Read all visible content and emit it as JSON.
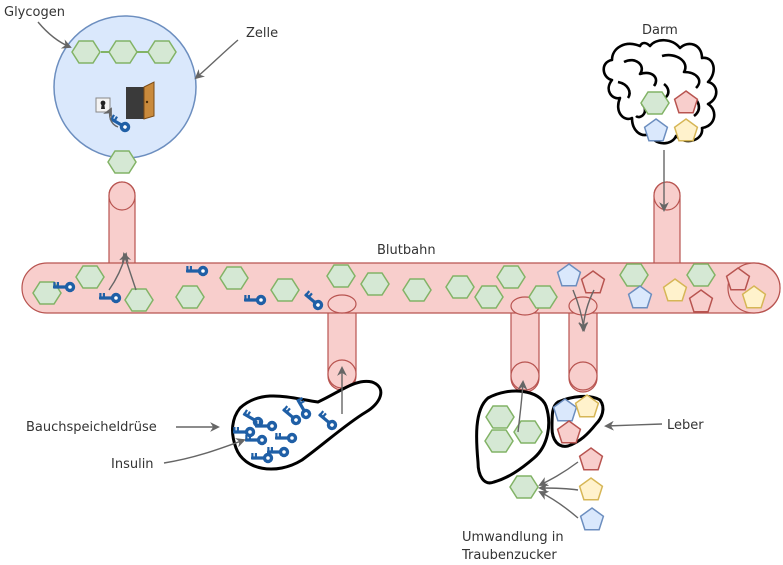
{
  "labels": {
    "glycogen": "Glycogen",
    "cell": "Zelle",
    "intestine": "Darm",
    "bloodstream": "Blutbahn",
    "pancreas": "Bauchspeicheldrüse",
    "insulin": "Insulin",
    "liver": "Leber",
    "conversion_line1": "Umwandlung in",
    "conversion_line2": "Traubenzucker"
  },
  "colors": {
    "blood_vessel": "#f8cecc",
    "cell": "#dae8fc",
    "glucose": "#d5e8d4",
    "insulin_key": "#1f5fa6"
  },
  "icons": [
    "key-icon",
    "keyhole-lock-icon",
    "open-door-icon",
    "glucose-hexagon",
    "sugar-pentagon"
  ]
}
